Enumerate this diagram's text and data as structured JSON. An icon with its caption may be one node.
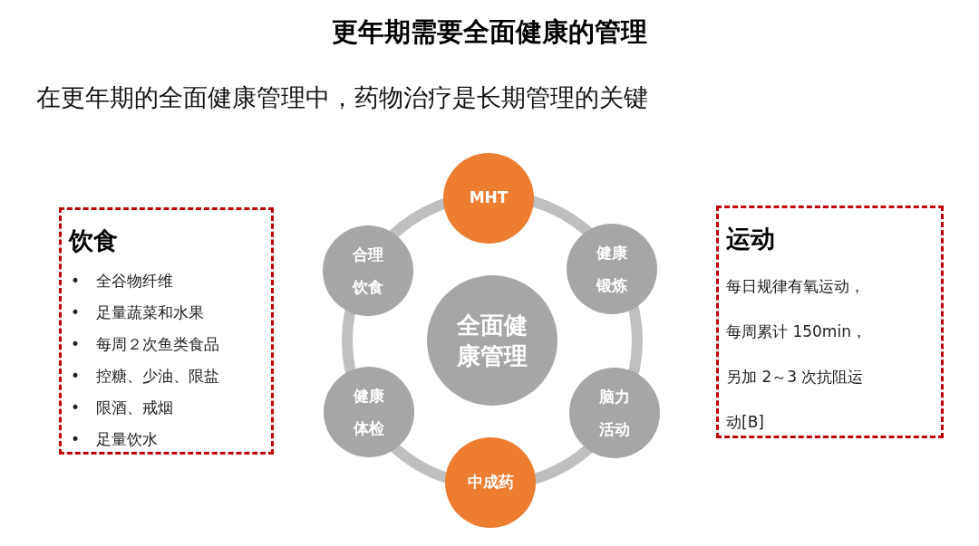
{
  "diagram": {
    "title": "更年期需要全面健康的管理",
    "nodes": [
      {
        "text": [
          "饮食",
          "•",
          "全谷物纤维",
          "•",
          "足量蔬菜和水果",
          "•",
          "每周２次鱼类食品",
          "•",
          "控糖、少油、限盐",
          "•",
          "限酒、戒烟",
          "•",
          "足量饮水"
        ]
      },
      {
        "text": [
          "全面健康管理"
        ]
      },
      {
        "text": [
          "MHT"
        ]
      },
      {
        "text": [
          "健康锻炼"
        ]
      },
      {
        "text": [
          "脑力活动"
        ]
      },
      {
        "text": [
          "中成药"
        ]
      },
      {
        "text": [
          "健康体检"
        ]
      },
      {
        "text": [
          "合理饮食"
        ]
      },
      {
        "text": [
          "运动",
          "每日规律有氧运动，每周累计 150min，另加 2～3 次抗阻运动[B]"
        ]
      }
    ],
    "labels": [
      "在更年期的全面健康管理中，药物治疗是长期管理的关键"
    ]
  }
}
